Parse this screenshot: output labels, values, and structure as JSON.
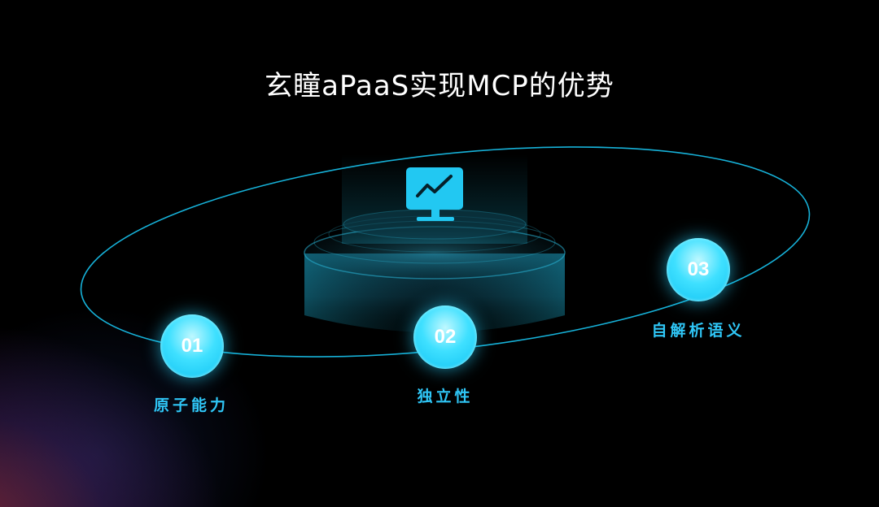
{
  "title": "玄瞳aPaaS实现MCP的优势",
  "monitor_icon": "chart-monitor-icon",
  "accent_color": "#1fd0f5",
  "points": [
    {
      "number": "01",
      "label": "原子能力"
    },
    {
      "number": "02",
      "label": "独立性"
    },
    {
      "number": "03",
      "label": "自解析语义"
    }
  ]
}
